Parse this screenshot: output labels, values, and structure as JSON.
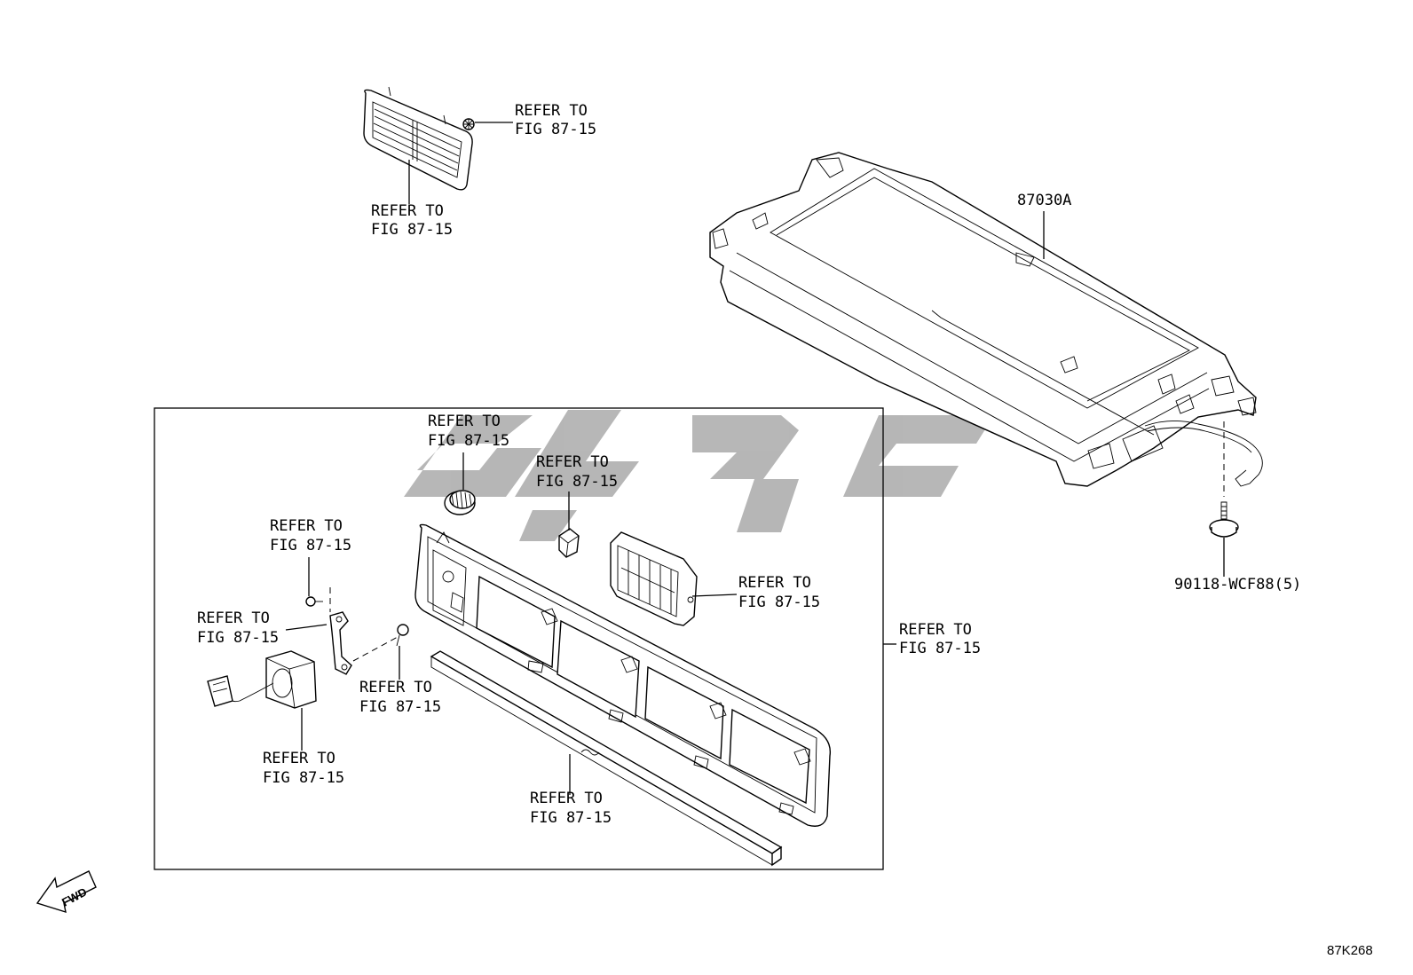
{
  "diagram": {
    "part_numbers": {
      "assembly": "87030A",
      "screw": "90118-WCF88(5)"
    },
    "refer_labels": {
      "vent_screw": [
        "REFER TO",
        "FIG 87-15"
      ],
      "vent_grille": [
        "REFER TO",
        "FIG 87-15"
      ],
      "knob": [
        "REFER TO",
        "FIG 87-15"
      ],
      "clip": [
        "REFER TO",
        "FIG 87-15"
      ],
      "screw_small": [
        "REFER TO",
        "FIG 87-15"
      ],
      "bracket": [
        "REFER TO",
        "FIG 87-15"
      ],
      "screw_mid": [
        "REFER TO",
        "FIG 87-15"
      ],
      "connector": [
        "REFER TO",
        "FIG 87-15"
      ],
      "switch_block": [
        "REFER TO",
        "FIG 87-15"
      ],
      "box_group": [
        "REFER TO",
        "FIG 87-15"
      ],
      "seal_strip": [
        "REFER TO",
        "FIG 87-15"
      ]
    },
    "fwd_label": "FWD",
    "figure_id": "87K268",
    "watermark_color": "#b3b3b3"
  }
}
